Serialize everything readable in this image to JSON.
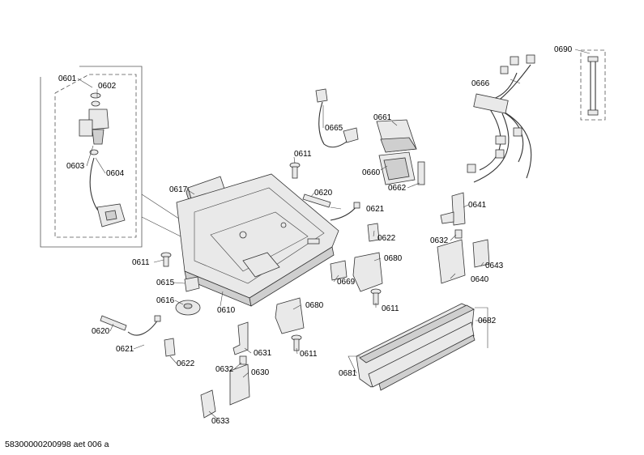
{
  "diagram": {
    "footer": "58300000200998 aet 006 a",
    "labels": {
      "p0601": "0601",
      "p0602": "0602",
      "p0603": "0603",
      "p0604": "0604",
      "p0610": "0610",
      "p0611a": "0611",
      "p0611b": "0611",
      "p0611c": "0611",
      "p0611d": "0611",
      "p0615": "0615",
      "p0616": "0616",
      "p0617": "0617",
      "p0620a": "0620",
      "p0620b": "0620",
      "p0621a": "0621",
      "p0621b": "0621",
      "p0622a": "0622",
      "p0622b": "0622",
      "p0630": "0630",
      "p0631": "0631",
      "p0632a": "0632",
      "p0632b": "0632",
      "p0633": "0633",
      "p0640": "0640",
      "p0641": "0641",
      "p0643": "0643",
      "p0660": "0660",
      "p0661": "0661",
      "p0662": "0662",
      "p0665": "0665",
      "p0666": "0666",
      "p0669": "0669",
      "p0680a": "0680",
      "p0680b": "0680",
      "p0681": "0681",
      "p0682": "0682",
      "p0690": "0690"
    }
  }
}
